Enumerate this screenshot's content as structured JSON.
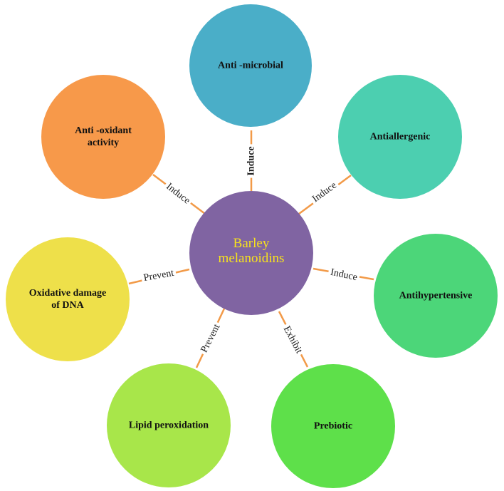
{
  "center": {
    "lines": [
      "Barley",
      "melanoidins"
    ],
    "color": "#8064a2",
    "text_color": "#f7e21c"
  },
  "nodes": [
    {
      "id": "antimicrobial",
      "lines": [
        "Anti -microbial"
      ],
      "color": "#4aaec8",
      "relation": "Induce",
      "relation_bold": true
    },
    {
      "id": "antiallergenic",
      "lines": [
        "Antiallergenic"
      ],
      "color": "#4ccfb0",
      "relation": "Induce"
    },
    {
      "id": "antihypertensive",
      "lines": [
        "Antihypertensive"
      ],
      "color": "#4cd679",
      "relation": "Induce"
    },
    {
      "id": "prebiotic",
      "lines": [
        "Prebiotic"
      ],
      "color": "#5ee04a",
      "relation": "Exhibit"
    },
    {
      "id": "lipid-peroxidation",
      "lines": [
        "Lipid peroxidation"
      ],
      "color": "#a8e64a",
      "relation": "Prevent"
    },
    {
      "id": "oxidative-damage",
      "lines": [
        "Oxidative damage",
        "of DNA"
      ],
      "color": "#eee04a",
      "relation": "Prevent"
    },
    {
      "id": "antioxidant",
      "lines": [
        "Anti -oxidant",
        "activity"
      ],
      "color": "#f7994a",
      "relation": "Induce"
    }
  ],
  "connector_color": "#f29a48"
}
